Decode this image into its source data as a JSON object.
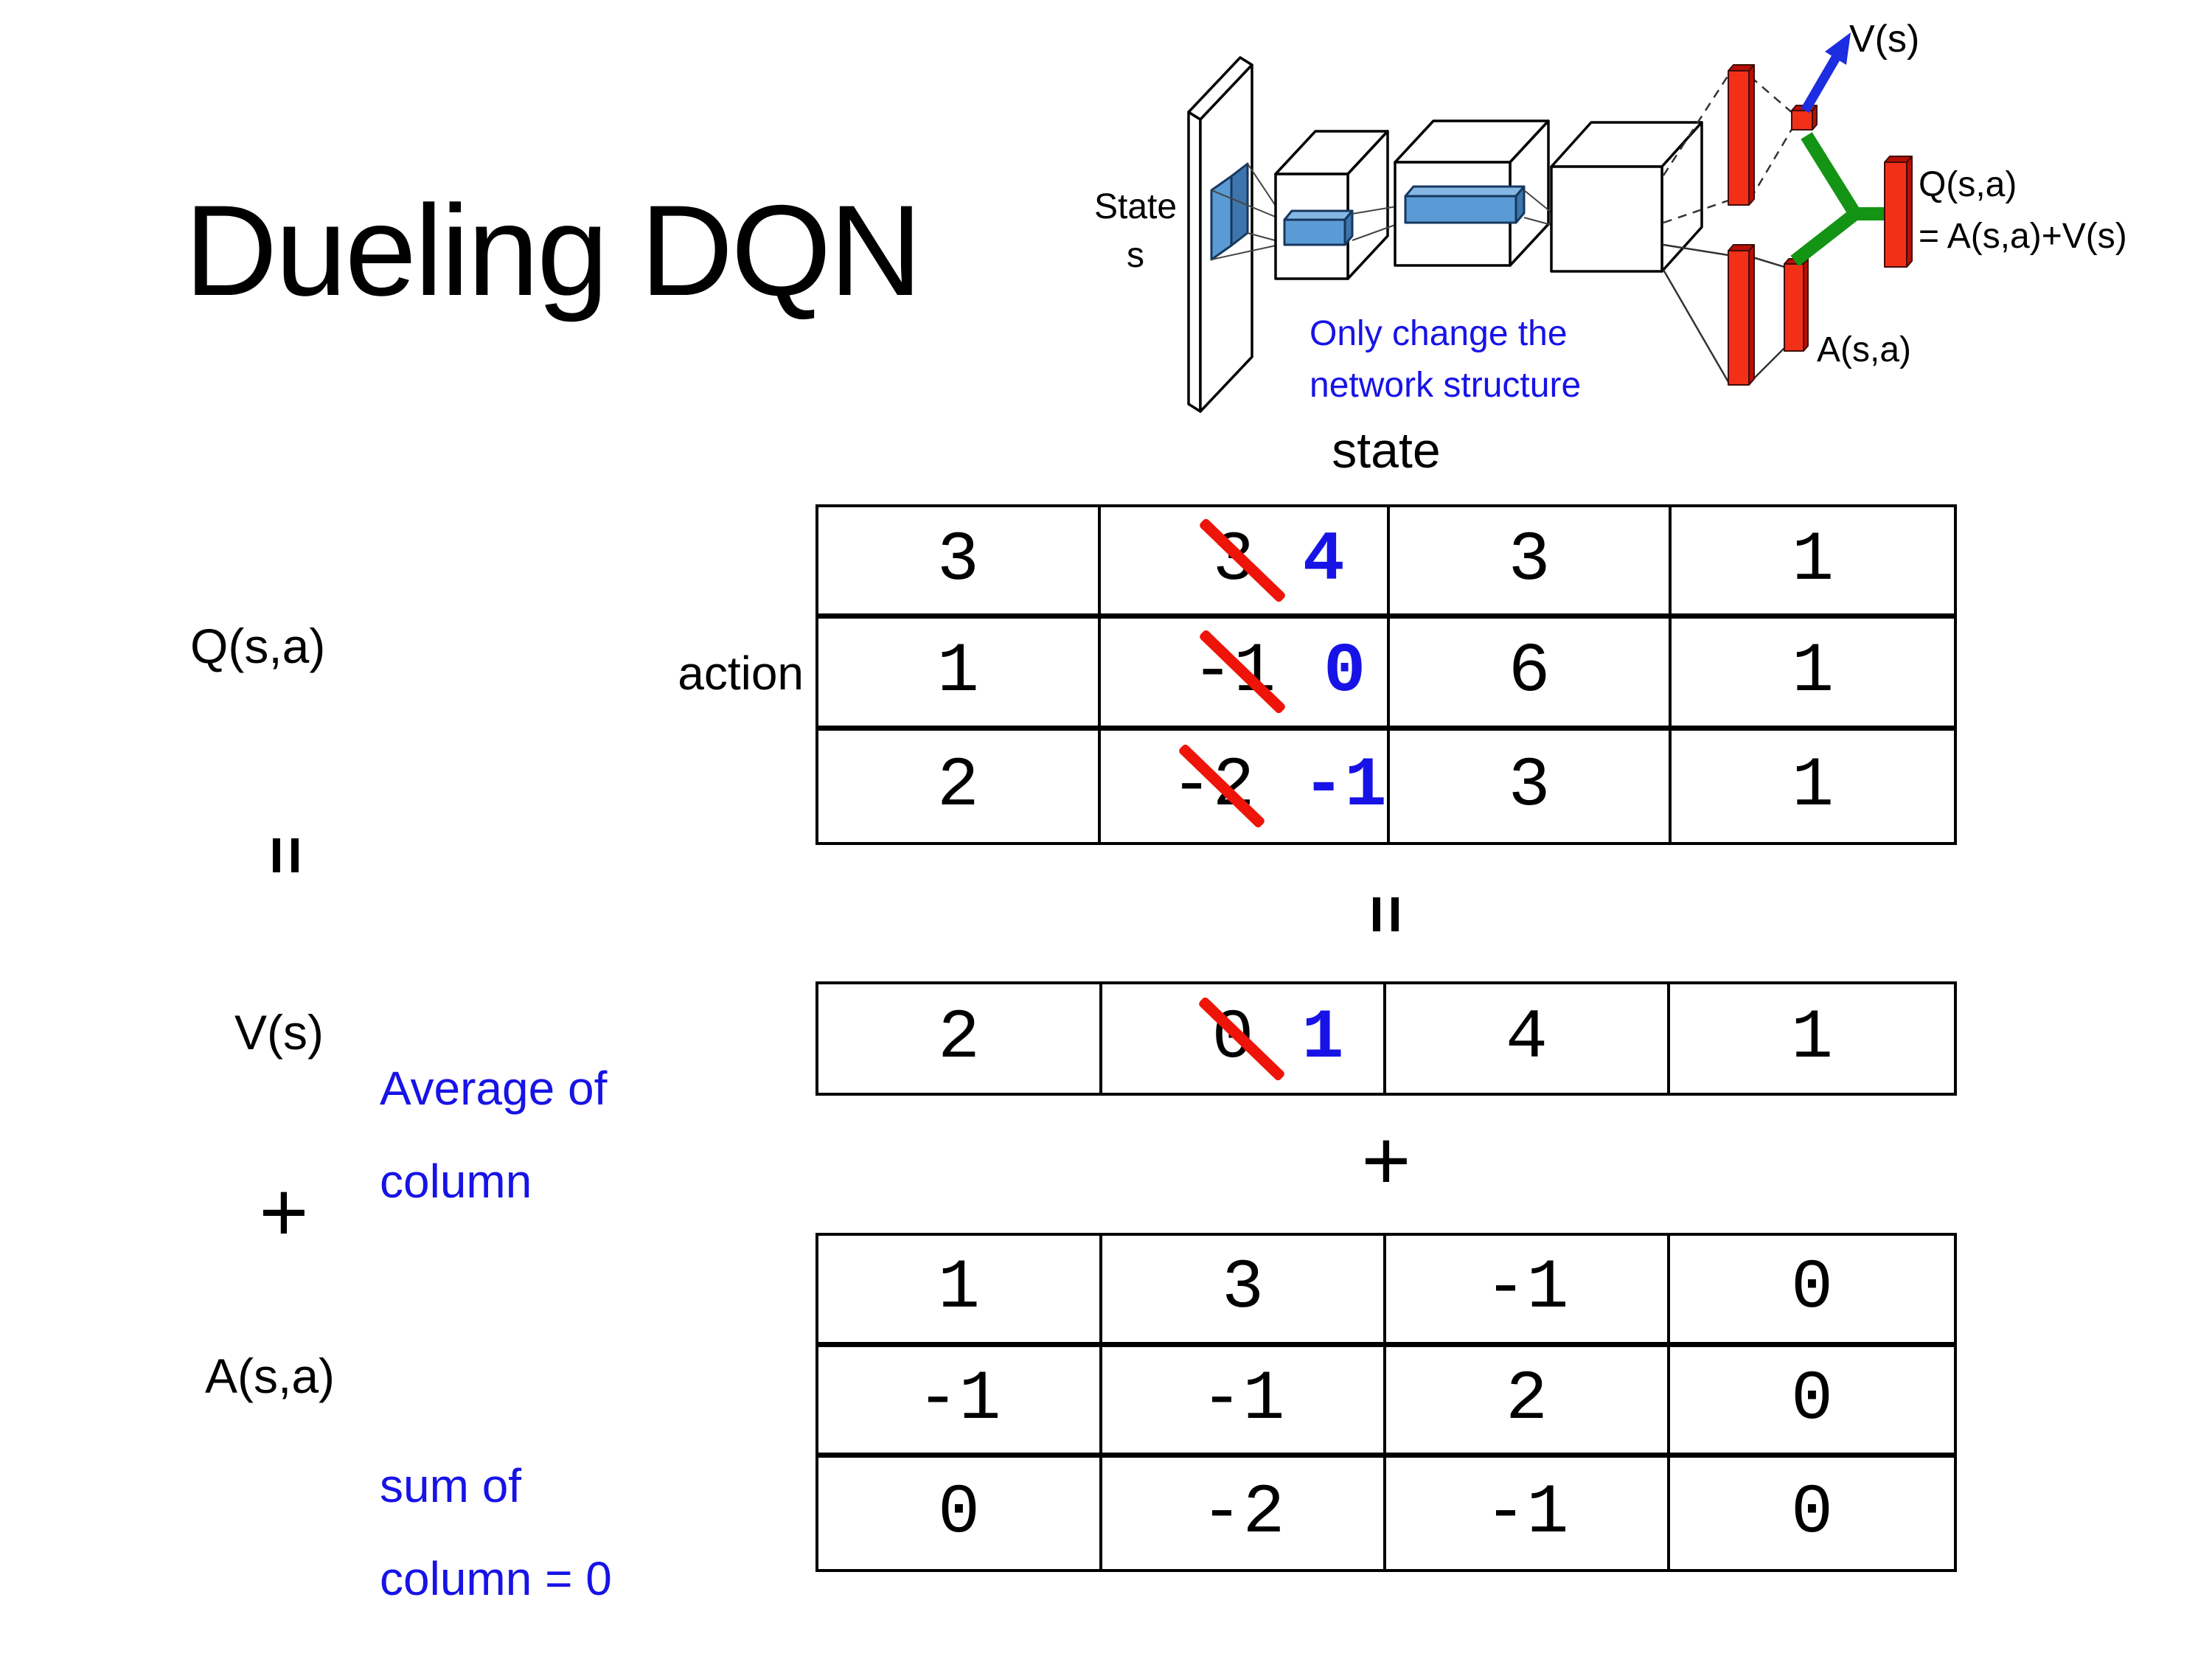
{
  "slide": {
    "title": "Dueling DQN"
  },
  "diagram": {
    "state_line1": "State",
    "state_line2": "s",
    "note_line1": "Only change the",
    "note_line2": "network structure",
    "v_output_label": "V(s)",
    "q_output_line1": "Q(s,a)",
    "q_output_line2": "= A(s,a)+V(s)",
    "a_output_label": "A(s,a)"
  },
  "equation": {
    "q_label": "Q(s,a)",
    "v_label": "V(s)",
    "a_label": "A(s,a)",
    "equals": "=",
    "plus": "+",
    "state_header": "state",
    "action_header": "action",
    "v_note_line1": "Average of",
    "v_note_line2": "column",
    "a_note_line1": "sum of",
    "a_note_line2": "column = 0"
  },
  "tables": {
    "q": {
      "rows": [
        [
          "3",
          {
            "old": "3",
            "new": "4"
          },
          "3",
          "1"
        ],
        [
          "1",
          {
            "old": "-1",
            "new": "0"
          },
          "6",
          "1"
        ],
        [
          "2",
          {
            "old": "-2",
            "new": "-1"
          },
          "3",
          "1"
        ]
      ]
    },
    "v": {
      "cells": [
        "2",
        {
          "old": "0",
          "new": "1"
        },
        "4",
        "1"
      ]
    },
    "a": {
      "rows": [
        [
          "1",
          "3",
          "-1",
          "0"
        ],
        [
          "-1",
          "-1",
          "2",
          "0"
        ],
        [
          "0",
          "-2",
          "-1",
          "0"
        ]
      ]
    }
  },
  "colors": {
    "strike_red": "#ee1409",
    "new_blue": "#1713e6",
    "note_blue": "#1713e6",
    "red_bar": "#f23018",
    "red_bar_dark": "#b50f06",
    "green_link": "#149414",
    "arrow_blue": "#1d2de0",
    "filter_blue": "#5b9bd5",
    "filter_blue_light": "#85b7e4",
    "filter_blue_dark": "#3d75ac",
    "outline": "#17375e"
  }
}
